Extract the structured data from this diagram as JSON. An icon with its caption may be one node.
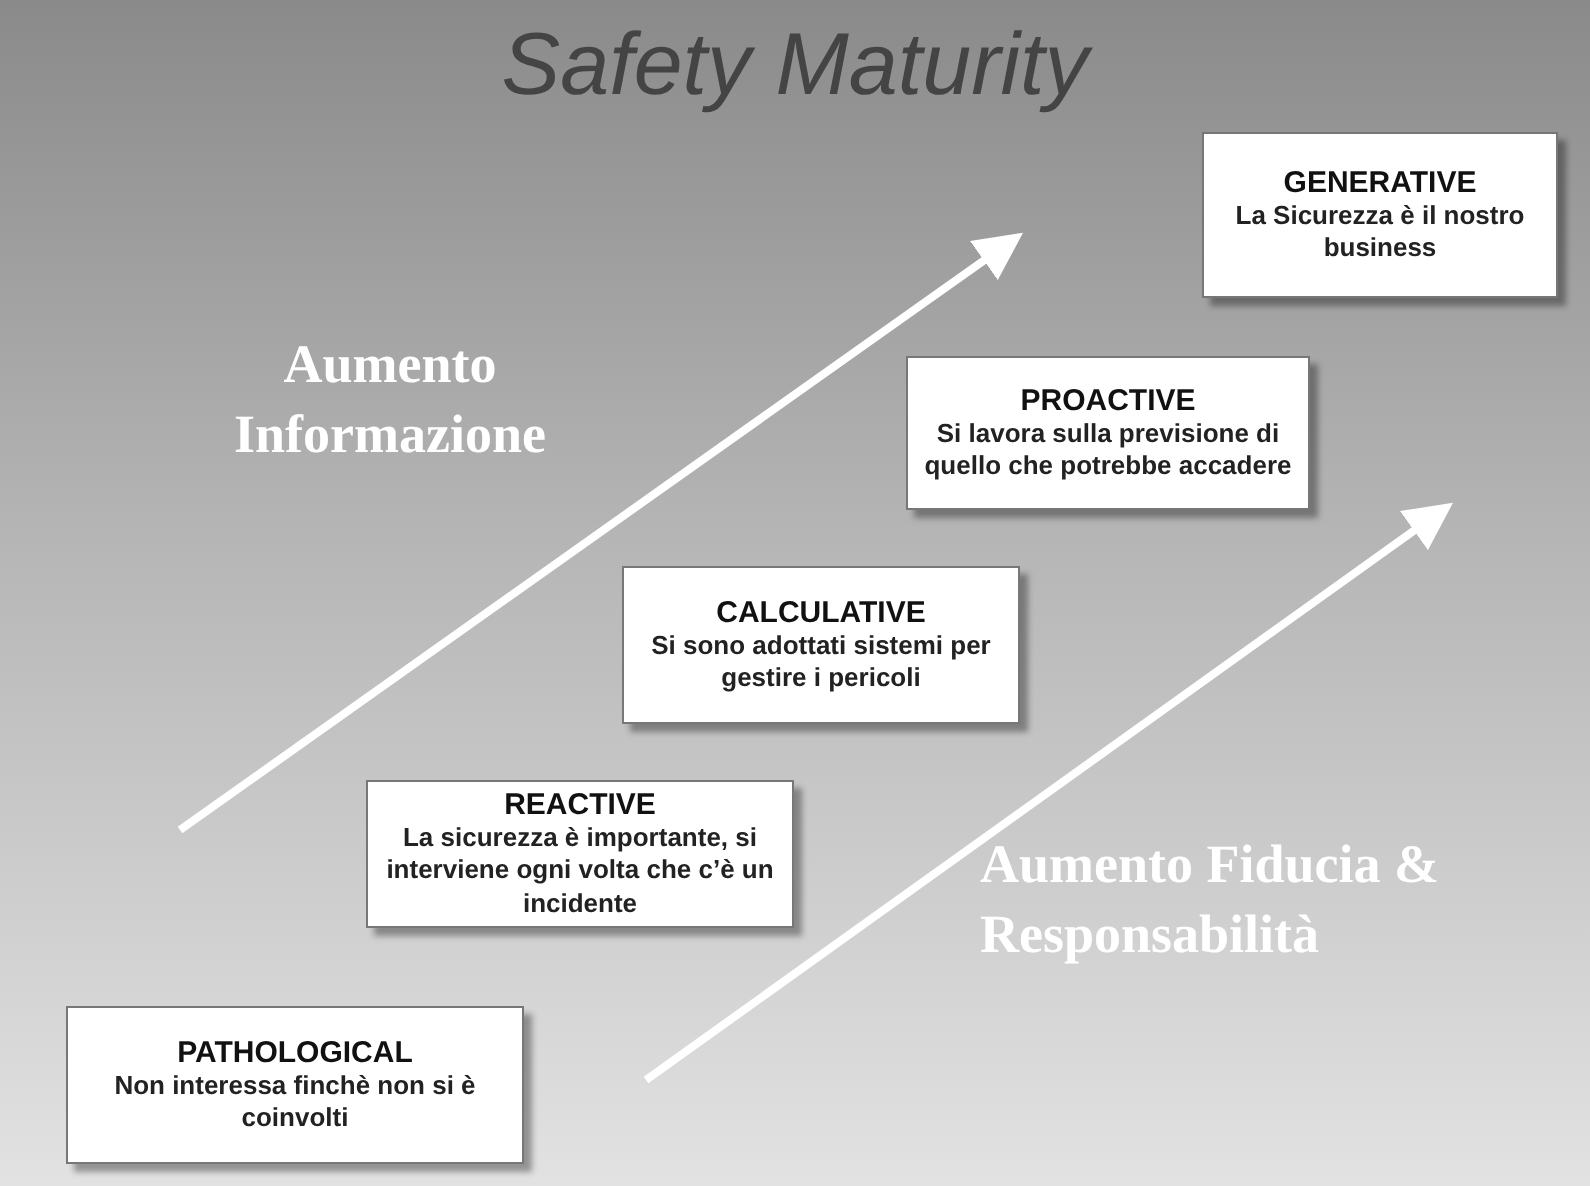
{
  "diagram": {
    "title": "Safety Maturity",
    "nodes": [
      {
        "text": [
          "GENERATIVE",
          "La Sicurezza è il nostro business"
        ]
      },
      {
        "text": [
          "PROACTIVE",
          "Si lavora sulla previsione di quello che potrebbe accadere"
        ]
      },
      {
        "text": [
          "CALCULATIVE",
          "Si sono adottati sistemi per gestire i pericoli"
        ]
      },
      {
        "text": [
          "REACTIVE",
          "La sicurezza è importante, si interviene ogni volta che c’è un incidente"
        ]
      },
      {
        "text": [
          "PATHOLOGICAL",
          "Non interessa finchè non si è coinvolti"
        ]
      }
    ],
    "labels": [
      "Aumento Informazione",
      "Aumento Fiducia & Responsabilità"
    ]
  }
}
